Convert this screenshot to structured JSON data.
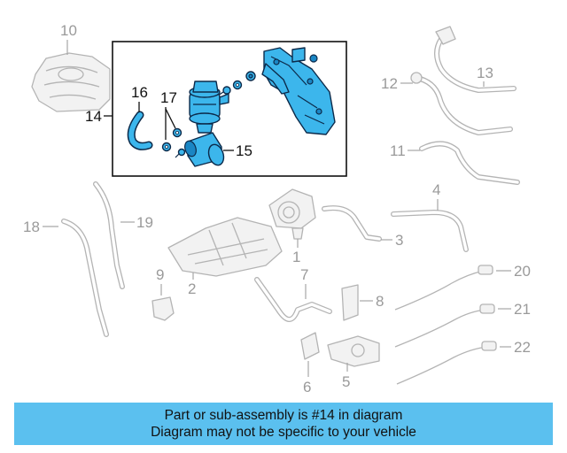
{
  "callouts": {
    "c1": "1",
    "c2": "2",
    "c3": "3",
    "c4": "4",
    "c5": "5",
    "c6": "6",
    "c7": "7",
    "c8": "8",
    "c9": "9",
    "c10": "10",
    "c11": "11",
    "c12": "12",
    "c13": "13",
    "c14": "14",
    "c15": "15",
    "c16": "16",
    "c17": "17",
    "c18": "18",
    "c19": "19",
    "c20": "20",
    "c21": "21",
    "c22": "22"
  },
  "highlight_callout": "14",
  "highlight_color": "#3cb6ec",
  "banner": {
    "line1": "Part or sub-assembly is #14 in diagram",
    "line2": "Diagram may not be specific to your vehicle",
    "background": "#5bc0ef"
  }
}
